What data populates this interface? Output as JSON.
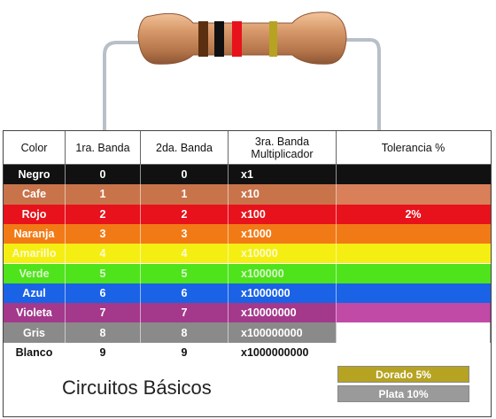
{
  "headers": {
    "color": "Color",
    "band1": "1ra. Banda",
    "band2": "2da. Banda",
    "mult_line1": "3ra. Banda",
    "mult_line2": "Multiplicador",
    "tolerance": "Tolerancia %"
  },
  "rows": [
    {
      "name": "Negro",
      "b1": "0",
      "b2": "0",
      "mult": "x1",
      "tol": "",
      "bg": "#111111",
      "tolbg": "#111111",
      "fg": "#ffffff"
    },
    {
      "name": "Cafe",
      "b1": "1",
      "b2": "1",
      "mult": "x10",
      "tol": "",
      "bg": "#c8734a",
      "tolbg": "#d9805a",
      "fg": "#ffffff"
    },
    {
      "name": "Rojo",
      "b1": "2",
      "b2": "2",
      "mult": "x100",
      "tol": "2%",
      "bg": "#e8121c",
      "tolbg": "#e8121c",
      "fg": "#ffffff"
    },
    {
      "name": "Naranja",
      "b1": "3",
      "b2": "3",
      "mult": "x1000",
      "tol": "",
      "bg": "#f27a16",
      "tolbg": "#f27a16",
      "fg": "#ffffff"
    },
    {
      "name": "Amarillo",
      "b1": "4",
      "b2": "4",
      "mult": "x10000",
      "tol": "",
      "bg": "#f5ee12",
      "tolbg": "#f5ee12",
      "fg": "#fdfbd0"
    },
    {
      "name": "Verde",
      "b1": "5",
      "b2": "5",
      "mult": "x100000",
      "tol": "",
      "bg": "#4fe31c",
      "tolbg": "#4fe31c",
      "fg": "#d9f8cc"
    },
    {
      "name": "Azul",
      "b1": "6",
      "b2": "6",
      "mult": "x1000000",
      "tol": "",
      "bg": "#1a63e6",
      "tolbg": "#1a63e6",
      "fg": "#ffffff"
    },
    {
      "name": "Violeta",
      "b1": "7",
      "b2": "7",
      "mult": "x10000000",
      "tol": "",
      "bg": "#a4398c",
      "tolbg": "#c04aa6",
      "fg": "#ffffff"
    },
    {
      "name": "Gris",
      "b1": "8",
      "b2": "8",
      "mult": "x100000000",
      "tol": "",
      "bg": "#8a8a8a",
      "tolbg": "#ffffff",
      "fg": "#ffffff"
    },
    {
      "name": "Blanco",
      "b1": "9",
      "b2": "9",
      "mult": "x1000000000",
      "tol": "",
      "bg": "#ffffff",
      "tolbg": "#ffffff",
      "fg": "#111111"
    }
  ],
  "footer": {
    "title": "Circuitos Básicos",
    "gold_label": "Dorado  5%",
    "gold_color": "#b6a322",
    "silver_label": "Plata  10%",
    "silver_color": "#9a9a9a"
  },
  "resistor_band_colors": [
    "#5a3010",
    "#111111",
    "#e8121c",
    "#b6a322"
  ]
}
